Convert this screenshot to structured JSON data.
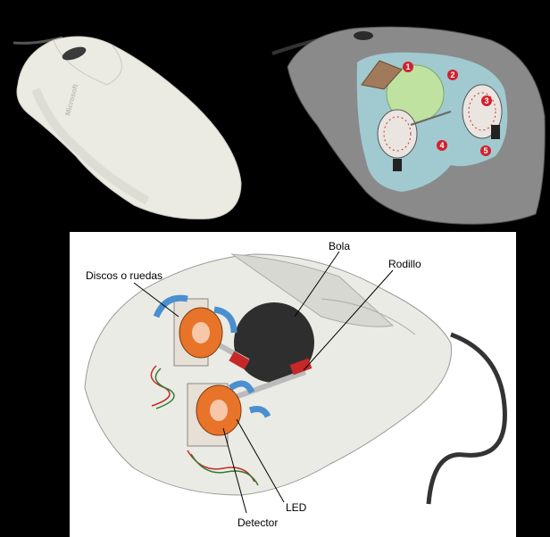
{
  "top_left": {
    "brand": "Microsoft"
  },
  "top_right": {
    "markers": [
      "1",
      "2",
      "3",
      "4",
      "5"
    ]
  },
  "diagram": {
    "labels": {
      "bola": "Bola",
      "rodillo": "Rodillo",
      "discos": "Discos o ruedas",
      "led": "LED",
      "detector": "Detector"
    }
  },
  "colors": {
    "background": "#000000",
    "mouse_body": "#e9e9e2",
    "cutaway": "#9fd3dc",
    "ball": "#2e2e2e",
    "disc": "#e8742a",
    "arrow": "#4a8fd0",
    "marker": "#d2202e"
  }
}
